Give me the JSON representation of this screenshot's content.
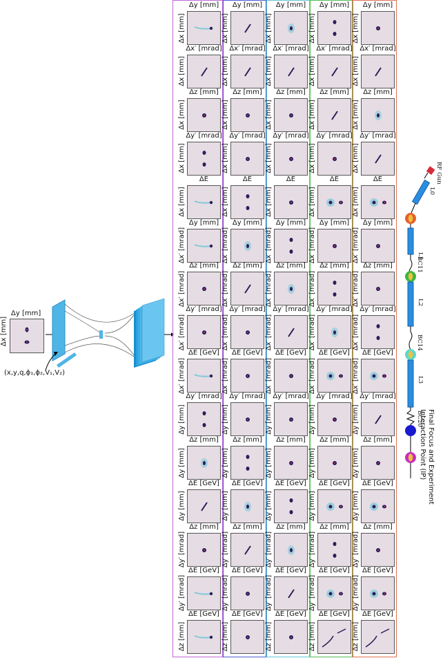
{
  "input": {
    "top_label": "Δy [mm]",
    "side_label": "Δx [mm]",
    "params": "(x,y,q,ϕ₁,ϕ₂,V₁,V₂)"
  },
  "columns": [
    {
      "color": "#c266d6"
    },
    {
      "color": "#4b5bd6"
    },
    {
      "color": "#5cc8d8"
    },
    {
      "color": "#55bb55"
    },
    {
      "color": "#e07050"
    }
  ],
  "rows": [
    {
      "top": "Δy [mm]",
      "side": "Δx [mm]"
    },
    {
      "top": "Δx′ [mrad]",
      "side": "Δx [mm]"
    },
    {
      "top": "Δz [mm]",
      "side": "Δx [mm]"
    },
    {
      "top": "Δy′ [mrad]",
      "side": "Δx [mm]"
    },
    {
      "top": "ΔE",
      "side": "Δx [mm]"
    },
    {
      "top": "Δy [mm]",
      "side": "Δx′ [mrad]"
    },
    {
      "top": "Δz [mm]",
      "side": "Δx′ [mrad]"
    },
    {
      "top": "Δy′ [mrad]",
      "side": "Δx′ [mrad]"
    },
    {
      "top": "ΔE [GeV]",
      "side": "Δx′ [mrad]"
    },
    {
      "top": "Δy′ [mrad]",
      "side": "Δy [mm]"
    },
    {
      "top": "Δz [mm]",
      "side": "Δy [mm]"
    },
    {
      "top": "ΔE [GeV]",
      "side": "Δy [mm]"
    },
    {
      "top": "Δz [mm]",
      "side": "Δy′ [mrad]"
    },
    {
      "top": "ΔE [GeV]",
      "side": "Δy′ [mrad]"
    },
    {
      "top": "ΔE [GeV]",
      "side": "Δz [mm]"
    }
  ],
  "beamline": {
    "rf_gun": "RF Gun",
    "l0": "L0",
    "l1": "L1",
    "bc11": "BC11",
    "l2": "L2",
    "bc14": "BC14",
    "l3": "L3",
    "bc20": "BC20",
    "final_focus": "Final Focus and Experiment",
    "ip": "Interaction Point (IP)"
  }
}
